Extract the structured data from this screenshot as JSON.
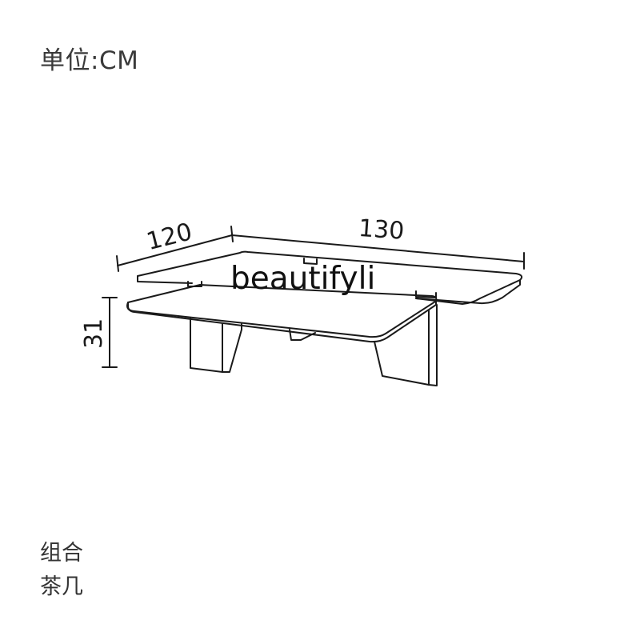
{
  "unit_label": "单位:CM",
  "watermark": "beautifyli",
  "dimensions": {
    "depth": "120",
    "width": "130",
    "height": "31"
  },
  "caption": {
    "line1": "组合",
    "line2": "茶几"
  }
}
